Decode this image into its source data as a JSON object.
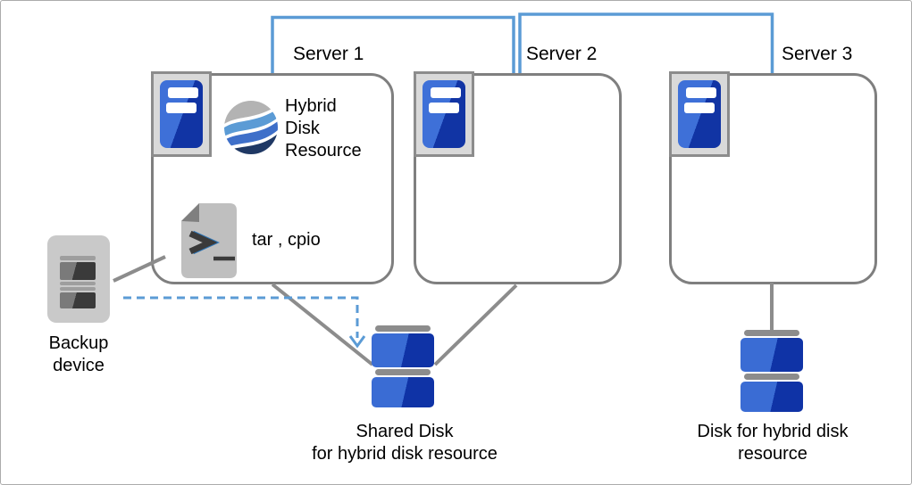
{
  "colors": {
    "connector_blue": "#5b9bd5",
    "line_gray": "#8c8c8c",
    "box_border_gray": "#7f7f7f",
    "server_blue_light": "#3e70d8",
    "server_blue_dark": "#1134a4",
    "icon_frame_gray": "#d9d9d9",
    "disk_cap_gray": "#8c8c8c",
    "wave_gray": "#b3b3b3",
    "wave_light_blue": "#5b9bd5",
    "wave_mid_blue": "#3e6fc9",
    "wave_navy": "#1f3864",
    "file_gray": "#bfbfbf",
    "file_fold_gray": "#7f7f7f",
    "glyph_dark": "#3a3a3a",
    "glyph_blue": "#2e75b6",
    "backup_body_gray": "#c9c9c9",
    "text_black": "#000000"
  },
  "servers": [
    {
      "label": "Server 1"
    },
    {
      "label": "Server 2"
    },
    {
      "label": "Server 3"
    }
  ],
  "server1_contents": {
    "hybrid_resource": {
      "line1": "Hybrid",
      "line2": "Disk",
      "line3": "Resource"
    },
    "backup_tools": "tar , cpio"
  },
  "backup_device": {
    "line1": "Backup",
    "line2": "device"
  },
  "shared_disk": {
    "line1": "Shared Disk",
    "line2": "for hybrid disk resource"
  },
  "hybrid_disk": {
    "line1": "Disk for hybrid disk",
    "line2": "resource"
  },
  "icons": {
    "server": "tower-server",
    "hybrid_resource": "wave-globe",
    "backup_tools": "shell-script-file",
    "backup_device": "tape-drive",
    "disk": "disk-stack"
  }
}
